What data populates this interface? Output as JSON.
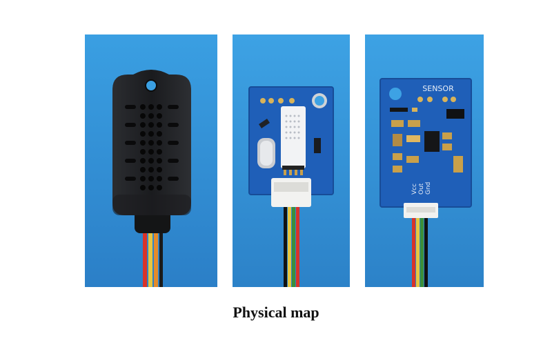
{
  "caption": "Physical map",
  "pcb_labels": {
    "sensor": "SENSOR",
    "gnd": "Gnd",
    "out": "Out",
    "vcc": "Vcc"
  },
  "colors": {
    "panel_bg": "#3a97d6",
    "housing": "#1d1f22",
    "pcb": "#1f5fb8",
    "wire_red": "#d8332a",
    "wire_yellow": "#e7c640",
    "wire_green": "#3c8f3a",
    "wire_black": "#111111"
  }
}
